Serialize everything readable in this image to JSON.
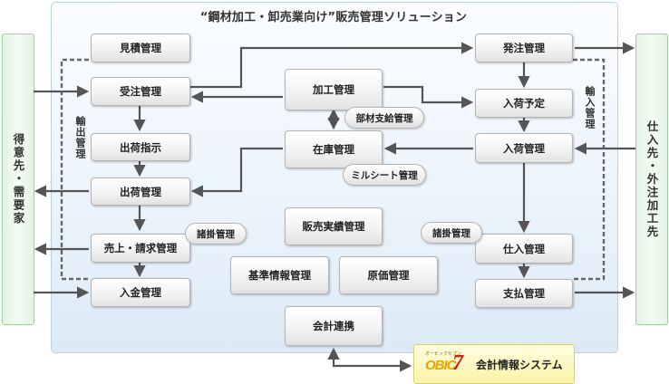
{
  "title": "“鋼材加工・卸売業向け”販売管理ソリューション",
  "left_party": "得意先・需要家",
  "right_party": "仕入先・外注加工先",
  "dashed_labels": {
    "export": "輸出管理",
    "import": "輸入管理"
  },
  "boxes": {
    "estimate": "見積管理",
    "order_received": "受注管理",
    "shipping_instruction": "出荷指示",
    "shipping": "出荷管理",
    "sales_billing": "売上・請求管理",
    "payment_received": "入金管理",
    "processing": "加工管理",
    "inventory": "在庫管理",
    "sales_results": "販売実績管理",
    "master_info": "基準情報管理",
    "cost": "原価管理",
    "accounting_link": "会計連携",
    "purchase_order": "発注管理",
    "arrival_schedule": "入荷予定",
    "arrival": "入荷管理",
    "purchase": "仕入管理",
    "payment": "支払管理"
  },
  "pills": {
    "material_supply": "部材支給管理",
    "mill_sheet": "ミルシート管理",
    "misc_left": "諸掛管理",
    "misc_right": "諸掛管理"
  },
  "obic": {
    "logo_small": "オービックセブン",
    "logo_word": "OBIC",
    "logo_number": "7",
    "label": "会計情報システム"
  }
}
